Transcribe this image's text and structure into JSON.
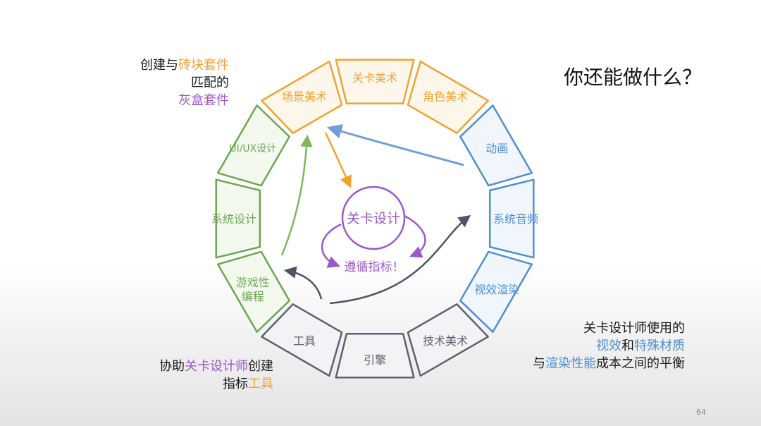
{
  "title": "你还能做什么？",
  "page_number": "64",
  "colors": {
    "orange": "#f0a22e",
    "purple": "#9b59c6",
    "blue": "#4f8fd1",
    "green": "#6aa84f",
    "slate": "#5d6070"
  },
  "ring_segments": [
    {
      "label": "关卡美术",
      "color": "orange"
    },
    {
      "label": "角色美术",
      "color": "orange"
    },
    {
      "label": "动画",
      "color": "blue"
    },
    {
      "label": "系统音频",
      "color": "blue"
    },
    {
      "label": "视效渲染",
      "color": "blue"
    },
    {
      "label": "技术美术",
      "color": "slate"
    },
    {
      "label": "引擎",
      "color": "slate"
    },
    {
      "label": "工具",
      "color": "slate"
    },
    {
      "label": "游戏性编程",
      "color": "green"
    },
    {
      "label": "系统设计",
      "color": "green"
    },
    {
      "label": "UI/UX设计",
      "color": "green"
    },
    {
      "label": "场景美术",
      "color": "orange"
    }
  ],
  "center": {
    "label": "关卡设计",
    "sub_label": "遵循指标！"
  },
  "notes": {
    "top_left": {
      "line1_a": "创建与",
      "line1_b": "砖块套件",
      "line2": "匹配的",
      "line3": "灰盒套件"
    },
    "bottom_left": {
      "line1_a": "协助",
      "line1_b": "关卡设计师",
      "line1_c": "创建",
      "line2_a": "指标",
      "line2_b": "工具"
    },
    "bottom_right": {
      "line1": "关卡设计师使用的",
      "line2_a": "视效",
      "line2_b": "和",
      "line2_c": "特殊材质",
      "line3_a": "与",
      "line3_b": "渲染性能",
      "line3_c": "成本之间的平衡"
    }
  }
}
